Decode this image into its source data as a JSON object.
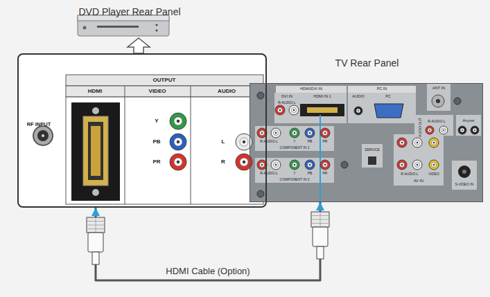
{
  "diagram": {
    "nodes": [
      {
        "text": [
          "DVD Player Rear Panel"
        ]
      },
      {
        "text": [
          "TV Rear Panel"
        ]
      }
    ],
    "edges": [
      {
        "from": 0,
        "to": 1,
        "arrow": "both",
        "label": "HDMI Cable (Option)"
      }
    ],
    "labels": [
      "RF INPUT",
      "OUTPUT",
      "HDMI",
      "VIDEO",
      "AUDIO",
      "Y",
      "PB",
      "PR",
      "L",
      "R",
      "HDMI/DVI IN",
      "DVI IN",
      "HDMI IN 1",
      "R-AUDIO-L",
      "PC IN",
      "AUDIO",
      "PC",
      "ANT IN",
      "AUDIO OUT",
      "R-AUDIO-L",
      "Anynet",
      "R-AUDIO-L",
      "Y",
      "PB",
      "PR",
      "COMPONENT IN 1",
      "R-AUDIO-L",
      "Y",
      "PB",
      "PR",
      "COMPONENT IN 2",
      "SERVICE",
      "R-AUDIO-L",
      "VIDEO",
      "AV IN",
      "S-VIDEO IN"
    ]
  }
}
